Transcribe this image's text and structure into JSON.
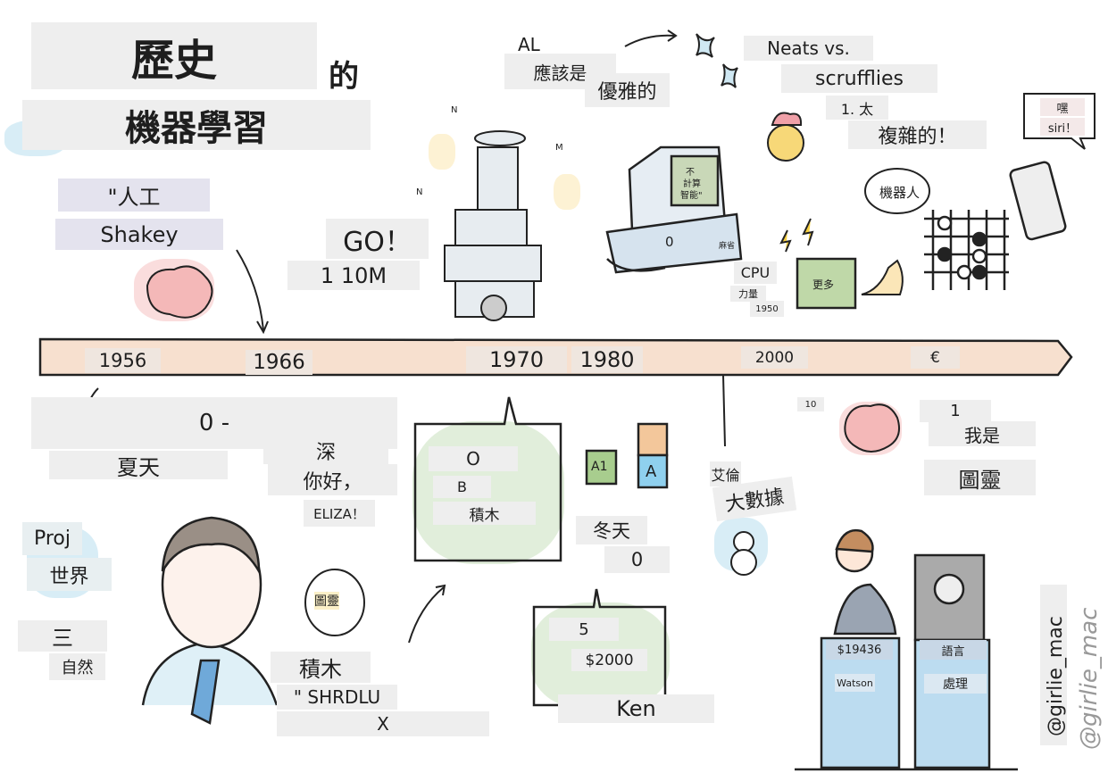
{
  "title": {
    "line1": "歷史",
    "particle": "的",
    "line2": "機器學習"
  },
  "top_left": {
    "quote_ai": "\"人工",
    "shakey": "Shakey"
  },
  "go": {
    "label": "GO！",
    "count": "1 10M"
  },
  "elegant": {
    "al": "AL",
    "should_be": "應該是",
    "elegant": "優雅的"
  },
  "neats": {
    "line1": "Neats vs.",
    "line2": "scrufflies"
  },
  "complex": {
    "num": "1. 太",
    "text": "複雜的！"
  },
  "siri": {
    "hey": "嘿",
    "siri": "siri！"
  },
  "robot_bubble": "機器人",
  "monitor": {
    "line1": "不",
    "line2": "計算",
    "line3": "智能\"",
    "zero": "0",
    "tag": "麻省"
  },
  "cpu": {
    "label": "CPU",
    "power": "力量",
    "year": "1950",
    "chip": "更多"
  },
  "robot_letters": {
    "n1": "N",
    "m": "M",
    "n2": "N"
  },
  "timeline": {
    "years": [
      "1956",
      "1966",
      "1970",
      "1980",
      "2000",
      "€"
    ],
    "accent": "#f5dccb"
  },
  "summer": {
    "zero": "0 -",
    "summer": "夏天"
  },
  "eliza": {
    "deep": "深",
    "hello": "你好，",
    "eliza": "ELIZA！"
  },
  "blocks_box": {
    "o": "O",
    "b": "B",
    "blocks": "積木"
  },
  "cubes": {
    "a1": "A1",
    "a": "A"
  },
  "winter": {
    "winter": "冬天",
    "zero": "0"
  },
  "left_notes": {
    "proj": "Proj",
    "world": "世界",
    "three": "三",
    "nature": "自然"
  },
  "turing_bubble": "圖靈",
  "shrdlu": {
    "blocks": "積木",
    "name": "\" SHRDLU",
    "x": "X"
  },
  "jeopardy_bubble": {
    "five": "5",
    "amount": "$2000"
  },
  "ken": "Ken",
  "bigdata": {
    "allen": "艾倫",
    "bigdata": "大數據",
    "ten": "10"
  },
  "turing_right": {
    "one": "1",
    "i_am": "我是",
    "turing": "圖靈"
  },
  "podiums": {
    "score": "$19436",
    "watson": "Watson",
    "language": "語言",
    "processing": "處理"
  },
  "credit": {
    "handle": "@girlie_mac",
    "watermark": "@girlie_mac"
  }
}
